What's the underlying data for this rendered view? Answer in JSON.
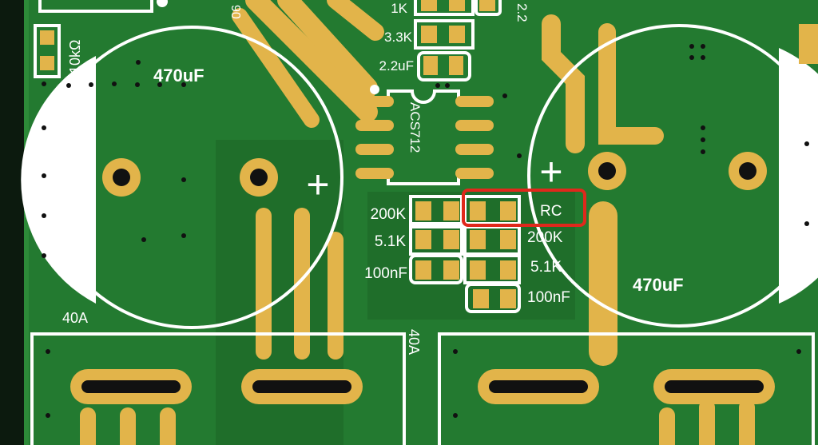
{
  "colors": {
    "board": "#237a30",
    "copper": "#e2b44a",
    "silkscreen": "#ffffff",
    "highlight": "#e0281c",
    "slot": "#111111"
  },
  "labels": {
    "r_10k": "10kΩ",
    "top_90": "90",
    "r_1k": "1K",
    "r_3_3k": "3.3K",
    "c_2_2uf": "2.2uF",
    "top_right_22": "2.2",
    "ic": "ACS712",
    "left_200k": "200K",
    "left_5_1k": "5.1K",
    "left_100nf": "100nF",
    "rc": "RC",
    "right_200k": "200K",
    "right_5_1k": "5.1K",
    "right_100nf": "100nF",
    "cap_left": "470uF",
    "cap_right": "470uF",
    "plus": "+",
    "fuse_left": "40A",
    "fuse_mid": "40A"
  }
}
